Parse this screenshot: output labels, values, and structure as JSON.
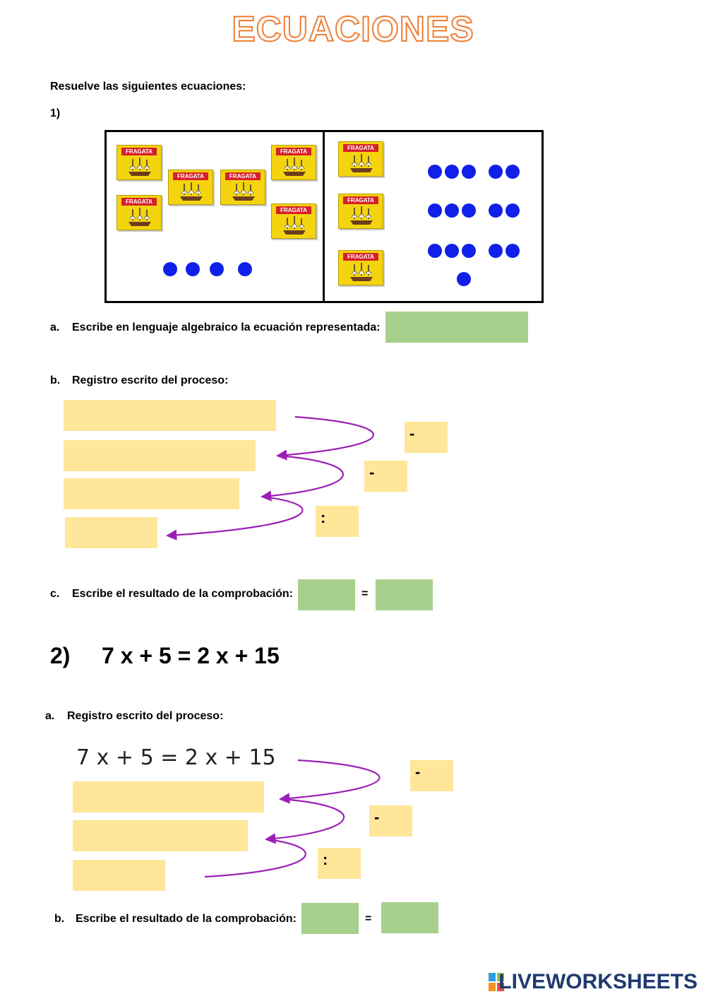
{
  "title": "ECUACIONES",
  "instruction": "Resuelve las siguientes ecuaciones:",
  "exercise1": {
    "number": "1)",
    "box_label": "FRAGATA",
    "q_a_letter": "a.",
    "q_a": "Escribe en lenguaje algebraico la ecuación representada:",
    "q_b_letter": "b.",
    "q_b": "Registro escrito del proceso:",
    "ops": [
      "-",
      "-",
      ":"
    ],
    "q_c_letter": "c.",
    "q_c": "Escribe el resultado de la comprobación:",
    "equals": "="
  },
  "exercise2": {
    "number": "2)",
    "equation": "7 x + 5 = 2 x + 15",
    "q_a_letter": "a.",
    "q_a": "Registro escrito del proceso:",
    "handwritten": "7 x + 5  =  2 x + 15",
    "ops": [
      "-",
      "-",
      ":"
    ],
    "q_b_letter": "b.",
    "q_b": "Escribe el resultado de la comprobación:",
    "equals": "="
  },
  "footer": {
    "brand": "LIVEWORKSHEETS"
  },
  "colors": {
    "title_outline": "#ee7d31",
    "answer_green": "#a8d08d",
    "answer_yellow": "#ffe699",
    "arrow": "#9b1fb5",
    "dot": "#1020e8"
  }
}
